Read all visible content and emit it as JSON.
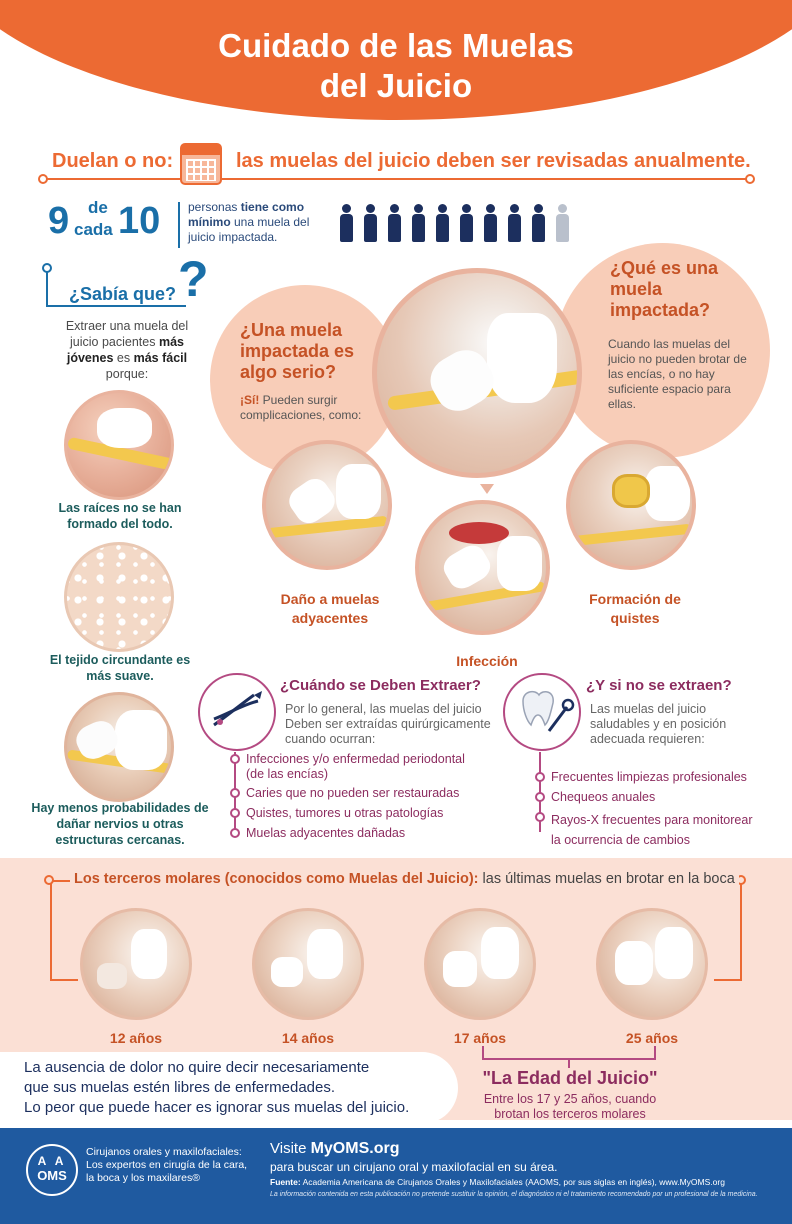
{
  "header": {
    "title_line1": "Cuidado de las Muelas",
    "title_line2": "del Juicio"
  },
  "annual": {
    "left": "Duelan o no:",
    "right": "las muelas del juicio deben ser revisadas anualmente.",
    "icon": "calendar-icon"
  },
  "stat": {
    "big_9": "9",
    "de": "de",
    "cada": "cada",
    "big_10": "10",
    "text_1": "personas ",
    "text_bold1": "tiene como mínimo",
    "text_2": " una muela del juicio impactada.",
    "people_total": 10,
    "people_highlighted": 9
  },
  "sabia": {
    "title": "¿Sabía que?",
    "intro_1": "Extraer una muela del juicio pacientes ",
    "intro_bold1": "más jóvenes",
    "intro_2": " es ",
    "intro_bold2": "más fácil",
    "intro_3": " porque:",
    "cap1": "Las raíces no se han formado del todo.",
    "cap2": "El tejido circundante es más suave.",
    "cap3": "Hay menos probabilidades de dañar nervios u otras estructuras cercanas."
  },
  "serious": {
    "title": "¿Una muela impactada es algo serio?",
    "text_bold": "¡Sí!",
    "text": " Pueden surgir complicaciones, como:"
  },
  "impacted": {
    "title": "¿Qué es una muela impactada?",
    "text": "Cuando las muelas del juicio no pueden brotar de las encías, o no hay suficiente espacio para ellas."
  },
  "complications": {
    "left": "Daño a muelas adyacentes",
    "middle": "Infección",
    "right": "Formación de quistes"
  },
  "when": {
    "title": "¿Cuándo se Deben Extraer?",
    "text": "Por lo general, las muelas del juicio Deben ser extraídas quirúrgicamente cuando ocurran:",
    "items": [
      "Infecciones y/o enfermedad periodontal (de las encías)",
      "Caries que no pueden ser restauradas",
      "Quistes, tumores u otras patologías",
      "Muelas adyacentes dañadas"
    ]
  },
  "if_not": {
    "title": "¿Y si no se extraen?",
    "text": "Las muelas del juicio saludables y en posición adecuada requieren:",
    "items": [
      "Frecuentes limpiezas profesionales",
      "Chequeos anuales",
      "Rayos-X frecuentes para monitorear la ocurrencia de cambios"
    ]
  },
  "molars": {
    "title_bold": "Los terceros molares (conocidos como Muelas del Juicio):",
    "title_rest": " las últimas muelas en brotar en la boca",
    "ages": [
      "12 años",
      "14 años",
      "17 años",
      "25 años"
    ]
  },
  "edad": {
    "title": "\"La Edad del Juicio\"",
    "text": "Entre los 17 y 25 años, cuando brotan los terceros molares"
  },
  "notice": {
    "line1": "La ausencia de dolor no quire decir necesariamente",
    "line2": "que sus muelas estén libres de enfermedades.",
    "line3": "Lo peor que puede hacer es ignorar sus muelas del juicio."
  },
  "footer": {
    "logo_top": "A A",
    "logo_bottom": "OMS",
    "org": "Cirujanos orales y maxilofaciales: Los expertos en cirugía de la cara, la boca y los maxilares®",
    "visit_prefix": "Visite ",
    "visit_site": "MyOMS.org",
    "visit_sub": "para buscar un cirujano oral y maxilofacial en su área.",
    "source_label": "Fuente:",
    "source_text": " Academia Americana de Cirujanos Orales y Maxilofaciales (AAOMS, por sus siglas en inglés), www.MyOMS.org",
    "disclaimer": "La información contenida en esta publicación no pretende sustituir la opinión, el diagnóstico ni el tratamiento recomendado por un profesional de la medicina."
  },
  "colors": {
    "orange": "#ec6a33",
    "blue": "#1a6fa8",
    "navy": "#1c2f5e",
    "plum": "#8c2c5f",
    "peach": "#f8cdb8",
    "footer": "#1f5aa0"
  }
}
